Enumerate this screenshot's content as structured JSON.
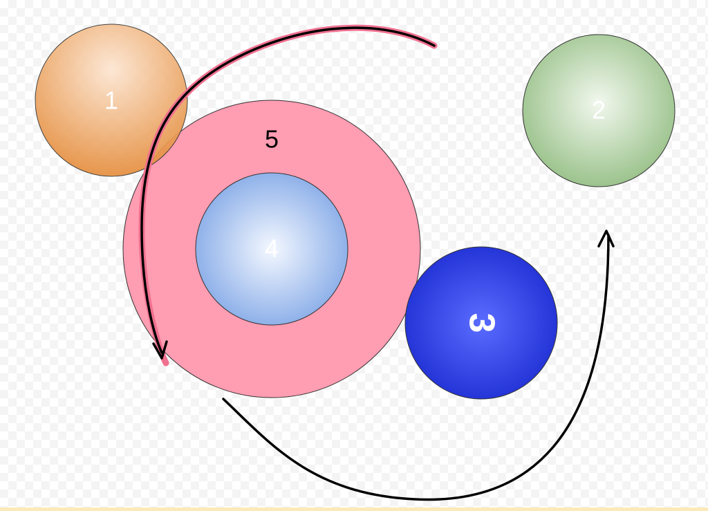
{
  "diagram": {
    "circles": [
      {
        "id": "circle-1",
        "label": "1",
        "color": "#e58a35",
        "label_color": "#ffffff"
      },
      {
        "id": "circle-2",
        "label": "2",
        "color": "#8fba7e",
        "label_color": "#ffffff"
      },
      {
        "id": "circle-3",
        "label": "3",
        "color": "#1e2fd0",
        "label_color": "#ffffff"
      },
      {
        "id": "circle-4",
        "label": "4",
        "color": "#7fa6e6",
        "label_color": "#ffffff"
      },
      {
        "id": "circle-5",
        "label": "5",
        "color": "#ff9db2",
        "label_color": "#000000"
      }
    ],
    "arrows": [
      {
        "id": "arrow-top-left",
        "color": "#000000",
        "highlight": "#f07090"
      },
      {
        "id": "arrow-bottom-right",
        "color": "#000000"
      }
    ]
  }
}
